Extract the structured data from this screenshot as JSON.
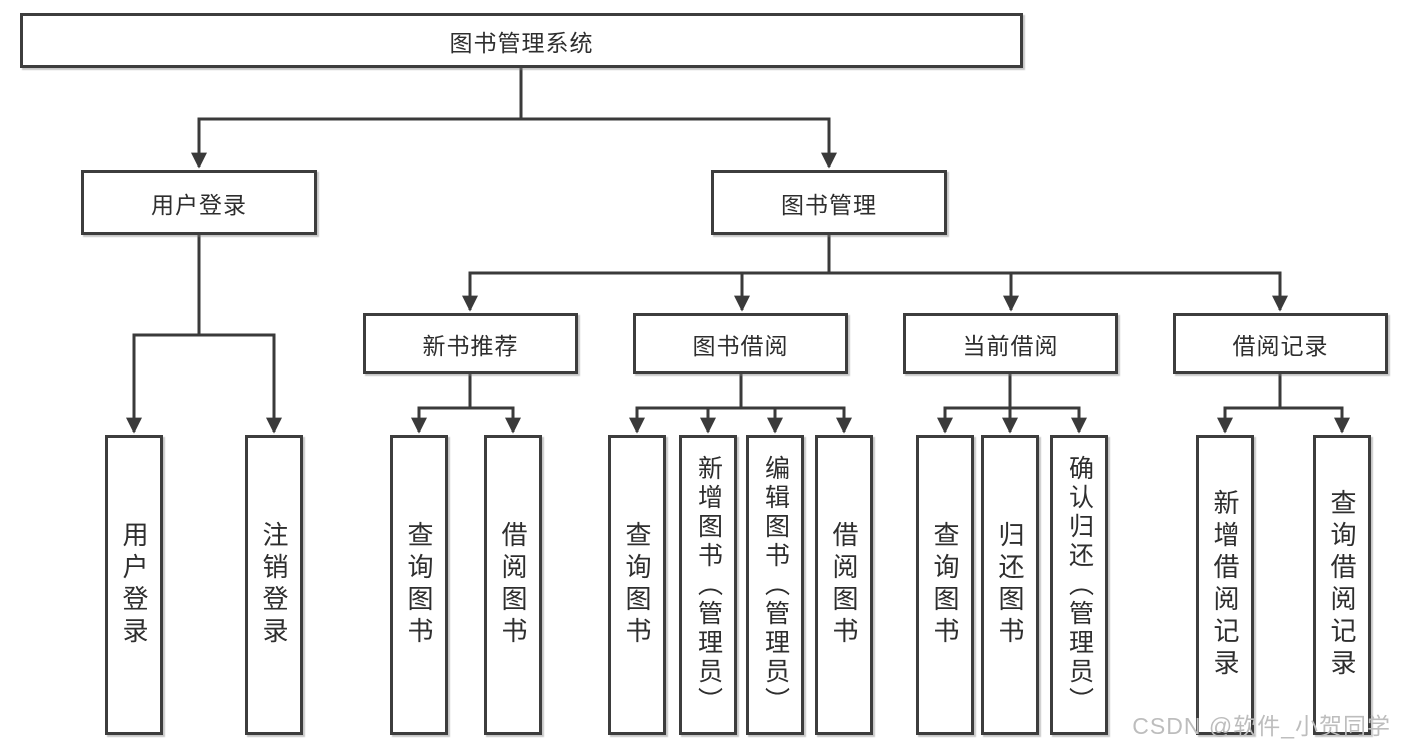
{
  "diagram_title": "图书管理系统",
  "tree": {
    "label": "图书管理系统",
    "children": [
      {
        "label": "用户登录",
        "children": [
          {
            "label": "用户登录"
          },
          {
            "label": "注销登录"
          }
        ]
      },
      {
        "label": "图书管理",
        "children": [
          {
            "label": "新书推荐",
            "children": [
              {
                "label": "查询图书"
              },
              {
                "label": "借阅图书"
              }
            ]
          },
          {
            "label": "图书借阅",
            "children": [
              {
                "label": "查询图书"
              },
              {
                "label": "新增图书（管理员）"
              },
              {
                "label": "编辑图书（管理员）"
              },
              {
                "label": "借阅图书"
              }
            ]
          },
          {
            "label": "当前借阅",
            "children": [
              {
                "label": "查询图书"
              },
              {
                "label": "归还图书"
              },
              {
                "label": "确认归还（管理员）"
              }
            ]
          },
          {
            "label": "借阅记录",
            "children": [
              {
                "label": "新增借阅记录"
              },
              {
                "label": "查询借阅记录"
              }
            ]
          }
        ]
      }
    ]
  },
  "colors": {
    "line": "#3a3a3a",
    "border": "#3d3d3d",
    "text": "#2e2e2e",
    "watermark": "#bdbdbd",
    "background": "#ffffff"
  },
  "watermark": "CSDN @软件_小贺同学"
}
